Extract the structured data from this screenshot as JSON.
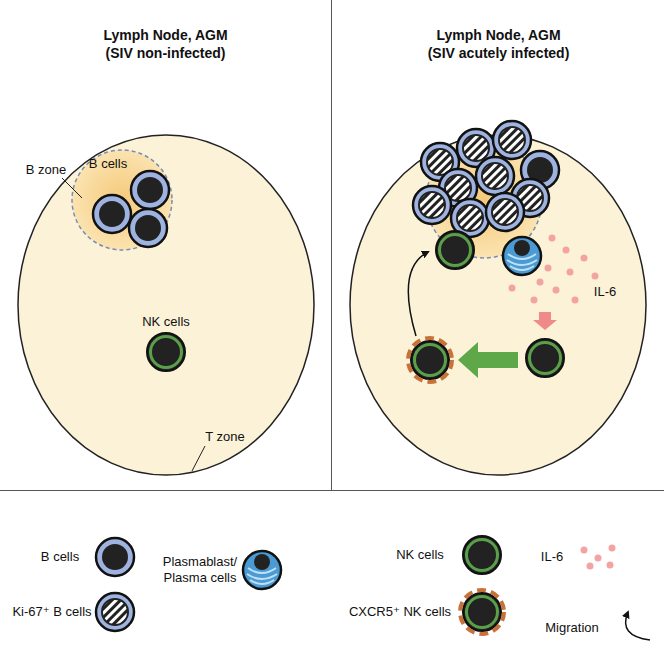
{
  "diagram": {
    "nodes": [
      {
        "text": [
          "Lymph Node, AGM (SIV non-infected)"
        ]
      },
      {
        "text": [
          "Lymph Node, AGM (SIV acutely infected)"
        ]
      }
    ],
    "labels": [
      "B zone",
      "B cells",
      "NK cells",
      "T zone",
      "IL-6"
    ],
    "legend": [
      {
        "text": "B cells"
      },
      {
        "text": "Ki-67⁺ B cells"
      },
      {
        "text": "Plasmablast/ Plasma cells"
      },
      {
        "text": "NK cells"
      },
      {
        "text": "CXCR5⁺ NK cells"
      },
      {
        "text": "IL-6"
      },
      {
        "text": "Migration"
      }
    ]
  }
}
